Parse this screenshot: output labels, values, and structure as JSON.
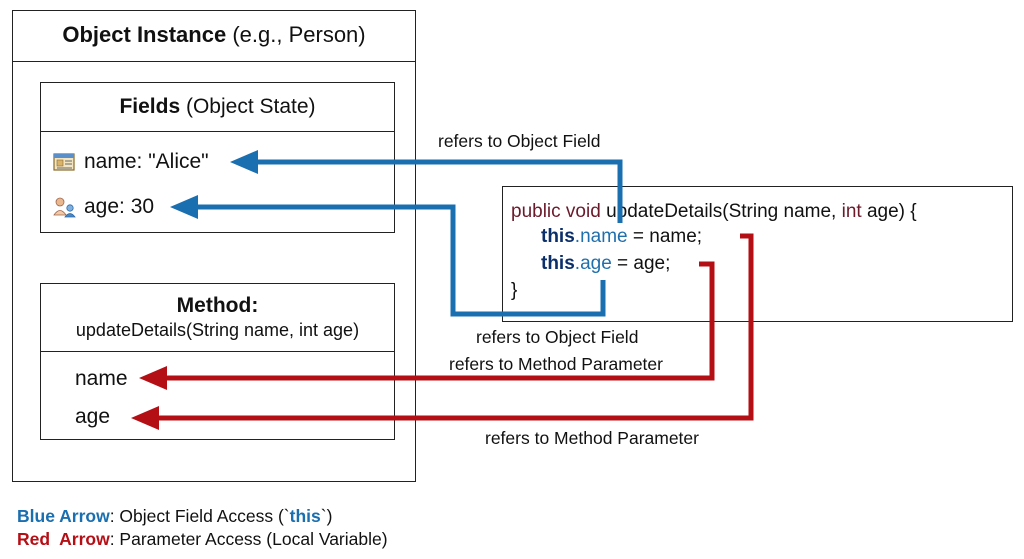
{
  "object_box": {
    "title_bold": "Object Instance",
    "title_rest": " (e.g., Person)"
  },
  "fields_box": {
    "title_bold": "Fields",
    "title_rest": " (Object State)",
    "name_row": "name: \"Alice\"",
    "age_row": "age: 30",
    "name_icon": "record-card-icon",
    "age_icon": "person-badge-icon"
  },
  "method_box": {
    "title_bold": "Method:",
    "signature": "updateDetails(String name, int age)",
    "param_name": "name",
    "param_age": "age"
  },
  "code": {
    "l1_public": "public",
    "l1_void": " void ",
    "l1_method": "updateDetails(String name, ",
    "l1_int": "int",
    "l1_end": " age) {",
    "l2_this": "this",
    "l2_dot": ".",
    "l2_field": "name",
    "l2_rest": " = name;",
    "l3_this": "this",
    "l3_dot": ".",
    "l3_field": "age",
    "l3_rest": " = age;",
    "l4": "}"
  },
  "arrow_labels": {
    "blue_top": "refers to Object Field",
    "blue_bottom": "refers to Object Field",
    "red_middle": "refers to Method Parameter",
    "red_bottom": "refers to Method Parameter"
  },
  "legend": {
    "blue_key": "Blue Arrow",
    "blue_desc_a": ": Object Field Access (`",
    "blue_this": "this",
    "blue_desc_b": "`)",
    "red_key": "Red  Arrow",
    "red_desc": ": Parameter Access (Local Variable)"
  },
  "colors": {
    "blue_arrow": "#1a6fb0",
    "red_arrow": "#b50f16",
    "this_keyword": "#0b2f6a",
    "field_name": "#1f6fae",
    "java_keyword": "#6b1a2c"
  }
}
